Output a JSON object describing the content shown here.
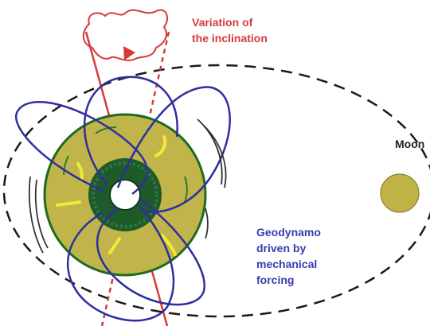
{
  "labels": {
    "inclination_line1": "Variation of",
    "inclination_line2": "the inclination",
    "moon": "Moon",
    "geodynamo_line1": "Geodynamo",
    "geodynamo_line2": "driven by",
    "geodynamo_line3": "mechanical",
    "geodynamo_line4": "forcing"
  },
  "colors": {
    "orbit": "#1a1a1a",
    "inclination": "#d83a3a",
    "field_lines": "#2e2ea0",
    "mantle": "#c0b44a",
    "mantle_edge": "#1f6b1f",
    "outer_core": "#1f5a2a",
    "inner_core": "#ffffff",
    "moon": "#bfb348",
    "currents": "#f3ea30"
  }
}
